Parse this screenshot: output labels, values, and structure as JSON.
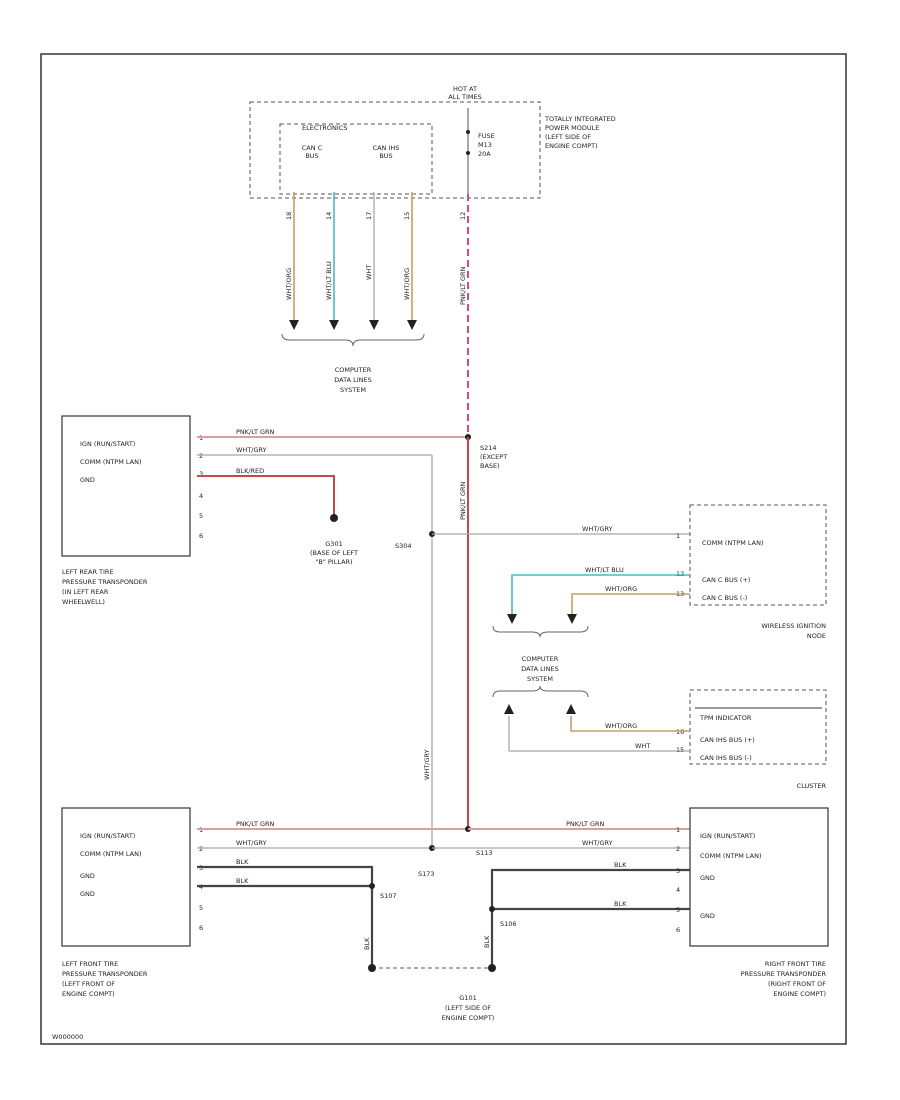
{
  "hot_at": "HOT AT\nALL TIMES",
  "tipm": {
    "electronics_label": "ELECTRONICS",
    "fuse": "FUSE\nM13\n20A",
    "name": "TOTALLY INTEGRATED\nPOWER MODULE\n(LEFT SIDE OF\nENGINE COMPT)",
    "can_c": "CAN C\nBUS",
    "can_ihs": "CAN IHS\nBUS"
  },
  "tipm_wires": [
    "WHT/ORG",
    "WHT/LT BLU",
    "WHT",
    "WHT/ORG",
    "PNK/LT GRN"
  ],
  "tipm_pins": [
    "18",
    "14",
    "17",
    "15",
    "12"
  ],
  "computer_data_lines_1": "COMPUTER\nDATA LINES\nSYSTEM",
  "computer_data_lines_2": "COMPUTER\nDATA LINES\nSYSTEM",
  "s214": "S214\n(EXCEPT\nBASE)",
  "s304": "S304",
  "s113": "S113",
  "s173": "S173",
  "s107": "S107",
  "s106": "S106",
  "g301": "G301\n(BASE OF LEFT\n\"B\" PILLAR)",
  "g101": "G101\n(LEFT SIDE OF\nENGINE COMPT)",
  "lr_sensor": {
    "pins": [
      "IGN (RUN/START)",
      "COMM (NTPM LAN)",
      "GND"
    ],
    "pin_nums": [
      "1",
      "2",
      "3",
      "4",
      "5",
      "6"
    ],
    "wires": [
      "PNK/LT GRN",
      "WHT/GRY",
      "BLK/RED"
    ],
    "name": "LEFT REAR TIRE\nPRESSURE TRANSPONDER\n(IN LEFT REAR\nWHEELWELL)"
  },
  "lf_sensor": {
    "pins": [
      "IGN (RUN/START)",
      "COMM (NTPM LAN)",
      "GND",
      "GND"
    ],
    "pin_nums": [
      "1",
      "2",
      "3",
      "4",
      "5",
      "6"
    ],
    "wires": [
      "PNK/LT GRN",
      "WHT/GRY",
      "BLK",
      "BLK"
    ],
    "name": "LEFT FRONT TIRE\nPRESSURE TRANSPONDER\n(LEFT FRONT OF\nENGINE COMPT)"
  },
  "rf_sensor": {
    "pins": [
      "IGN (RUN/START)",
      "COMM (NTPM LAN)",
      "GND",
      "GND"
    ],
    "pin_nums": [
      "1",
      "2",
      "3",
      "4",
      "5",
      "6"
    ],
    "wires": [
      "PNK/LT GRN",
      "WHT/GRY",
      "BLK",
      "BLK"
    ],
    "name": "RIGHT FRONT TIRE\nPRESSURE TRANSPONDER\n(RIGHT FRONT OF\nENGINE COMPT)"
  },
  "win": {
    "pins": [
      "COMM (NTPM LAN)",
      "CAN C BUS (+)",
      "CAN C BUS (-)"
    ],
    "pin_nums": [
      "1",
      "12",
      "13"
    ],
    "wires": [
      "WHT/GRY",
      "WHT/LT BLU",
      "WHT/ORG"
    ],
    "name": "WIRELESS IGNITION\nNODE"
  },
  "cluster": {
    "pins": [
      "TPM INDICATOR",
      "CAN IHS BUS (+)",
      "CAN IHS BUS (-)"
    ],
    "pin_nums": [
      "",
      "16",
      "15"
    ],
    "wires": [
      "WHT/ORG",
      "WHT"
    ],
    "name": "CLUSTER"
  },
  "s304_wire": "WHT/GRY",
  "s214_wire": "PNK/LT GRN",
  "s107_wire": "BLK",
  "s106_wire": "BLK",
  "fig_id": "W000000"
}
